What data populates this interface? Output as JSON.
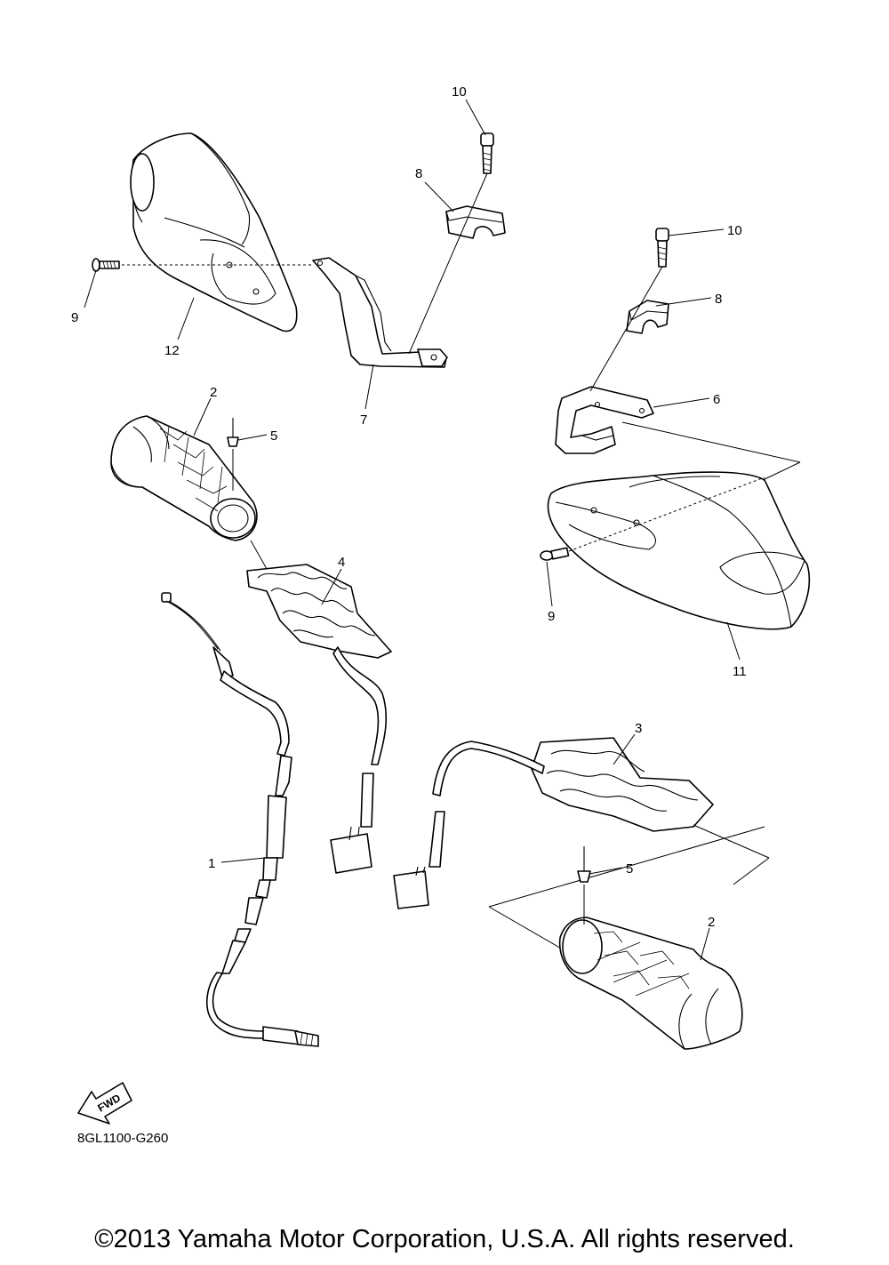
{
  "callouts": {
    "c10a": "10",
    "c8a": "8",
    "c9a": "9",
    "c12": "12",
    "c7": "7",
    "c10b": "10",
    "c8b": "8",
    "c6": "6",
    "c2a": "2",
    "c5a": "5",
    "c4": "4",
    "c9b": "9",
    "c11": "11",
    "c3": "3",
    "c1": "1",
    "c5b": "5",
    "c2b": "2"
  },
  "fwd_label": "FWD",
  "diagram_code": "8GL1100-G260",
  "copyright": "©2013 Yamaha Motor Corporation, U.S.A. All rights reserved."
}
